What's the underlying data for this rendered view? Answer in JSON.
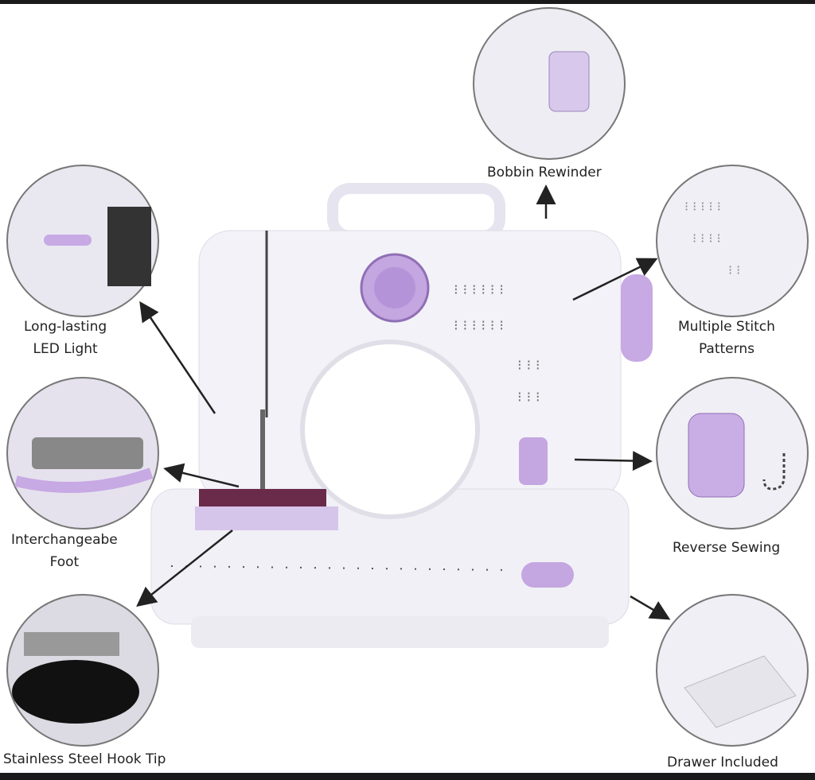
{
  "labels": {
    "bobbin": "Bobbin Rewinder",
    "led_line1": "Long-lasting",
    "led_line2": "LED Light",
    "stitch_line1": "Multiple Stitch",
    "stitch_line2": "Patterns",
    "foot_line1": "Interchangeabe",
    "foot_line2": "Foot",
    "reverse": "Reverse Sewing",
    "hook": "Stainless Steel Hook Tip",
    "drawer": "Drawer Included"
  },
  "colors": {
    "accent": "#b59ad6",
    "body": "#f4f3f8",
    "border": "#1a1a1a"
  }
}
